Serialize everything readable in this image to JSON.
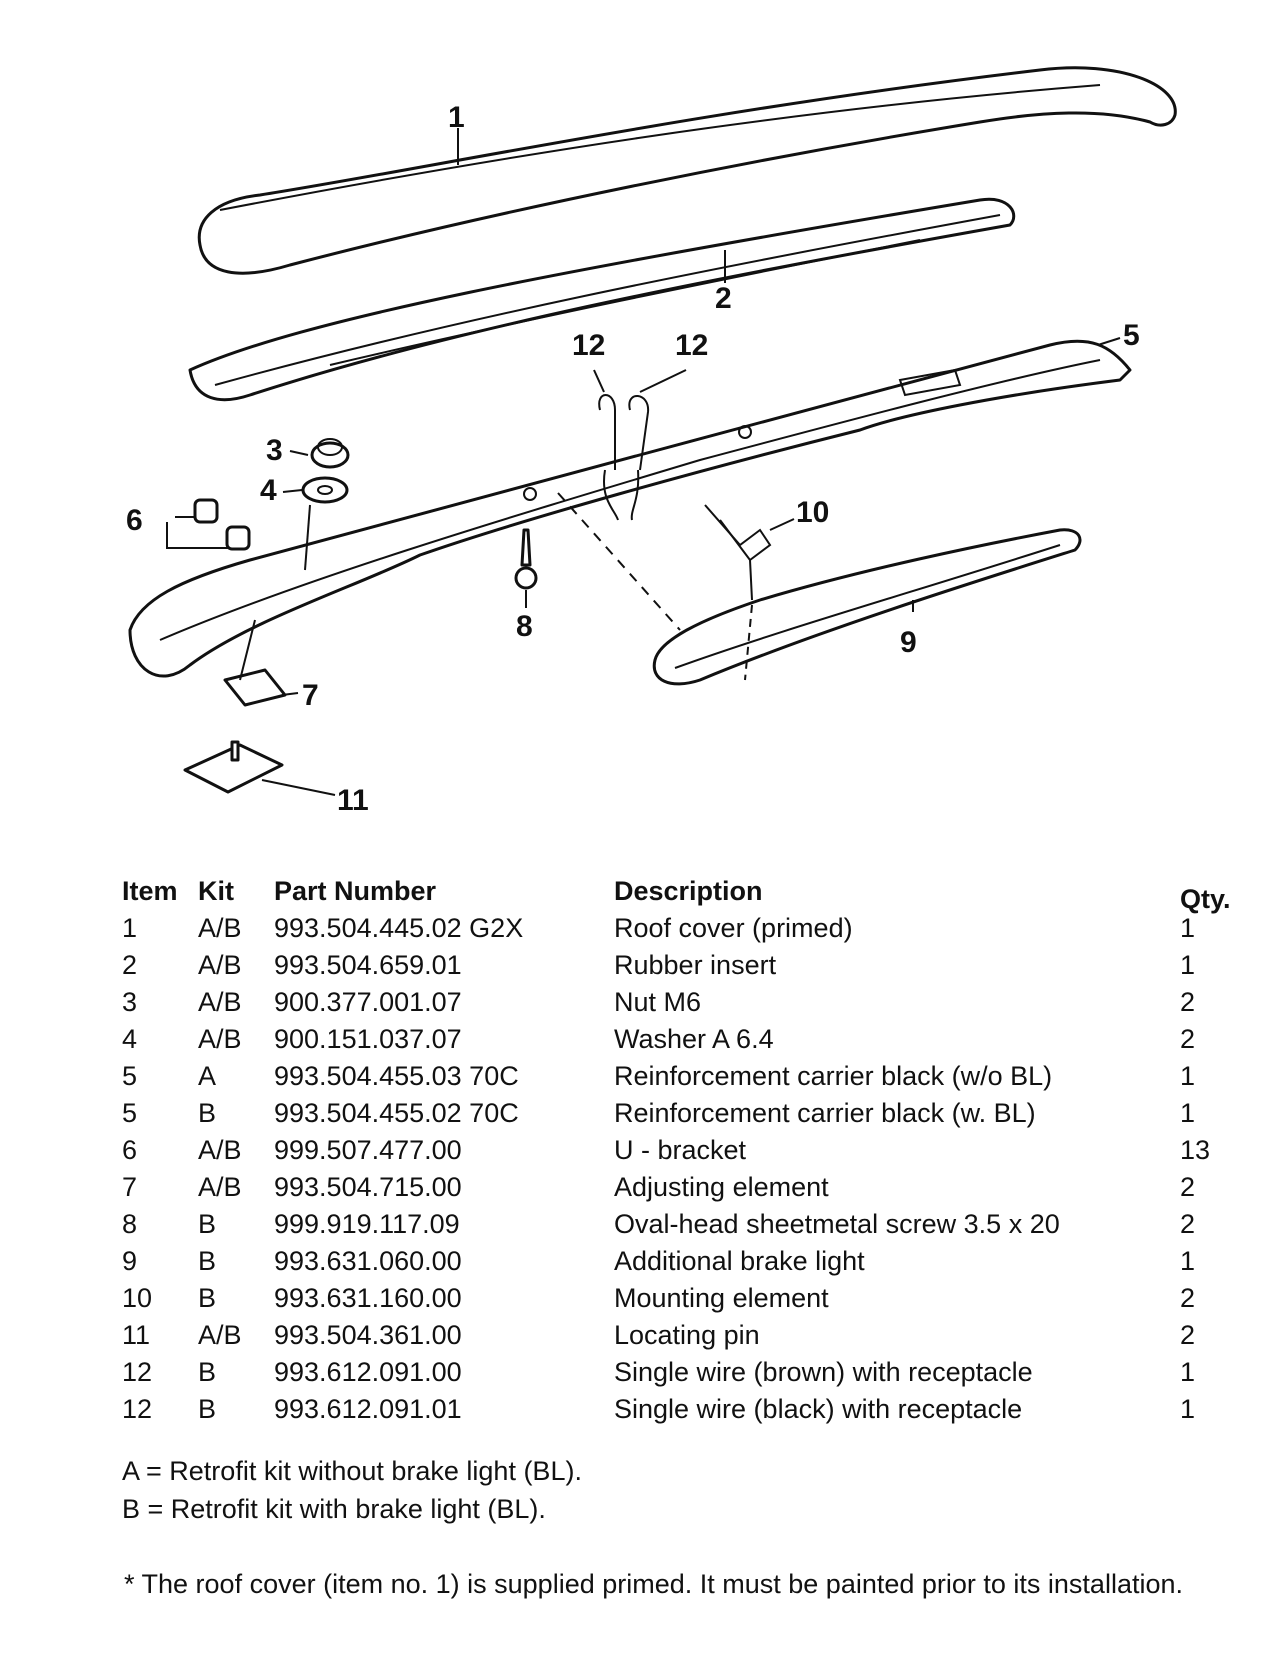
{
  "callouts": {
    "c1": "1",
    "c2": "2",
    "c3": "3",
    "c4": "4",
    "c5": "5",
    "c6": "6",
    "c7": "7",
    "c8": "8",
    "c9": "9",
    "c10": "10",
    "c11": "11",
    "c12a": "12",
    "c12b": "12"
  },
  "table": {
    "headers": {
      "item": "Item",
      "kit": "Kit",
      "part": "Part Number",
      "desc": "Description",
      "qty": "Qty."
    },
    "rows": [
      {
        "item": "1",
        "kit": "A/B",
        "part": "993.504.445.02 G2X",
        "desc": "Roof cover (primed)",
        "qty": "1"
      },
      {
        "item": "2",
        "kit": "A/B",
        "part": "993.504.659.01",
        "desc": "Rubber insert",
        "qty": "1"
      },
      {
        "item": "3",
        "kit": "A/B",
        "part": "900.377.001.07",
        "desc": "Nut M6",
        "qty": "2"
      },
      {
        "item": "4",
        "kit": "A/B",
        "part": "900.151.037.07",
        "desc": "Washer A 6.4",
        "qty": "2"
      },
      {
        "item": "5",
        "kit": "A",
        "part": "993.504.455.03 70C",
        "desc": "Reinforcement carrier black (w/o BL)",
        "qty": "1"
      },
      {
        "item": "5",
        "kit": "B",
        "part": "993.504.455.02 70C",
        "desc": "Reinforcement carrier black (w. BL)",
        "qty": "1"
      },
      {
        "item": "6",
        "kit": "A/B",
        "part": "999.507.477.00",
        "desc": "U - bracket",
        "qty": "13"
      },
      {
        "item": "7",
        "kit": "A/B",
        "part": "993.504.715.00",
        "desc": "Adjusting element",
        "qty": "2"
      },
      {
        "item": "8",
        "kit": "B",
        "part": "999.919.117.09",
        "desc": "Oval-head sheetmetal screw 3.5 x 20",
        "qty": "2"
      },
      {
        "item": "9",
        "kit": "B",
        "part": "993.631.060.00",
        "desc": "Additional brake light",
        "qty": "1"
      },
      {
        "item": "10",
        "kit": "B",
        "part": "993.631.160.00",
        "desc": "Mounting element",
        "qty": "2"
      },
      {
        "item": "11",
        "kit": "A/B",
        "part": "993.504.361.00",
        "desc": "Locating pin",
        "qty": "2"
      },
      {
        "item": "12",
        "kit": "B",
        "part": "993.612.091.00",
        "desc": "Single wire (brown) with receptacle",
        "qty": "1"
      },
      {
        "item": "12",
        "kit": "B",
        "part": "993.612.091.01",
        "desc": "Single wire (black) with receptacle",
        "qty": "1"
      }
    ]
  },
  "legend": {
    "a": "A = Retrofit kit without brake light (BL).",
    "b": "B = Retrofit kit with brake light (BL)."
  },
  "footnote": "* The roof cover (item no. 1) is supplied primed. It must be painted prior to its installation."
}
